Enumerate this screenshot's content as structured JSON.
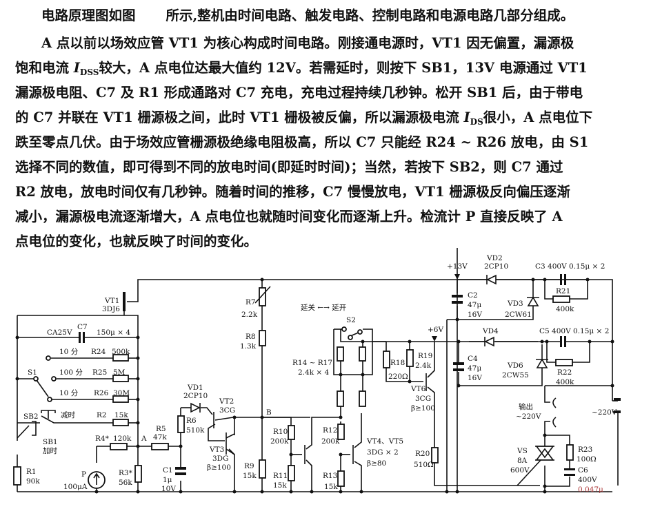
{
  "document": {
    "title_left": "电路原理图如图",
    "title_right": "所示,整机由时间电路、触发电路、控制电路和电源电路几部分组成。",
    "lines": [
      "A 点以前以场效应管 VT1 为核心构成时间电路。刚接通电源时，VT1 因无偏置，漏源极",
      "饱和电流 I_DSS较大，A 点电位达最大值约 12V。若需延时，则按下 SB1，13V 电源通过 VT1",
      "漏源极电阻、C7 及 R1 形成通路对 C7 充电，充电过程持续几秒钟。松开 SB1 后，由于带电",
      "的 C7 并联在 VT1 栅源极之间，此时 VT1 栅极被反偏，所以漏源极电流 I_DS很小，A 点电位下",
      "跌至零点几伏。由于场效应管栅源极绝缘电阻极高，所以 C7 只能经 R24 ~ R26 放电，由 S1",
      "选择不同的数值，即可得到不同的放电时间(即延时时间)；当然，若按下 SB2，则 C7 通过",
      "R2 放电，放电时间仅有几秒钟。随着时间的推移，C7 慢慢放电，VT1 栅源极反向偏压逐渐",
      "减小，漏源极电流逐渐增大，A 点电位也就随时间变化而逐渐上升。检流计 P 直接反映了 A",
      "点电位的变化，也就反映了时间的变化。"
    ],
    "line_parts": {
      "l2_a": "饱和电流 ",
      "l2_i": "I",
      "l2_sub": "DSS",
      "l2_b": "较大，A 点电位达最大值约 12V。若需延时，则按下 SB1，13V 电源通过 VT1",
      "l4_a": "的 C7 并联在 VT1 栅源极之间，此时 VT1 栅极被反偏，所以漏源极电流 ",
      "l4_i": "I",
      "l4_sub": "DS",
      "l4_b": "很小，A 点电位下"
    }
  },
  "schematic": {
    "labels": {
      "vt1": "VT1",
      "vt1_type": "3DJ6",
      "c7_volt": "CA25V",
      "c7": "C7",
      "c7_val": "150μ × 4",
      "r24_time": "10 分",
      "r24": "R24",
      "r24_val": "500k",
      "s1": "S1",
      "r25_time": "100 分",
      "r25": "R25",
      "r25_val": "5M",
      "r26_time": "10 分",
      "r26": "R26",
      "r26_val": "30M",
      "sb2": "SB2",
      "sb2_fn": "减时",
      "r2": "R2",
      "r2_val": "15k",
      "sb1": "SB1",
      "sb1_fn": "加时",
      "r1": "R1",
      "r1_val": "90k",
      "r4": "R4*",
      "r4_val": "120k",
      "p": "P",
      "p_val": "100μA",
      "node_a": "A",
      "r3": "R3*",
      "r3_val": "56k",
      "r5": "R5",
      "r5_val": "47k",
      "vd1": "VD1",
      "vd1_type": "2CP10",
      "r6": "R6",
      "r6_val": "510k",
      "c1": "C1",
      "c1_val": "1μ",
      "c1_volt": "10V",
      "vt2": "VT2",
      "vt2_type": "3CG",
      "vt3": "VT3",
      "vt3_type": "3DG",
      "vt3_beta": "β≥100",
      "node_b": "B",
      "r7": "R7",
      "r7_val": "2.2k",
      "r8": "R8",
      "r8_val": "1.3k",
      "r9": "R9",
      "r9_val": "15k",
      "r10": "R10",
      "r10_val": "200k",
      "r11": "R11",
      "r11_val": "15k",
      "s2_mode": "延关 ←→ 延开",
      "s2": "S2",
      "r14_17": "R14 ~ R17",
      "r14_17_val": "2.4k × 4",
      "r12": "R12",
      "r12_val": "200k",
      "r13": "R13",
      "r13_val": "15k",
      "vt45": "VT4、VT5",
      "vt45_type": "3DG × 2",
      "vt45_beta": "β≥80",
      "r18": "R18",
      "r18_val": "220Ω",
      "r19": "R19",
      "r19_val": "2.4k",
      "v6": "+6V",
      "vt6": "VT6",
      "vt6_type": "3CG",
      "vt6_beta": "β≥100",
      "r20": "R20",
      "r20_val": "510Ω",
      "v13": "+13V",
      "vd2": "VD2",
      "vd2_type": "2CP10",
      "c2": "C2",
      "c2_val": "47μ",
      "c2_volt": "16V",
      "vd3": "VD3",
      "vd3_type": "2CW61",
      "c3": "C3 400V 0.15μ × 2",
      "r21": "R21",
      "r21_val": "400k",
      "vd4": "VD4",
      "c4": "C4",
      "c4_val": "47μ",
      "c4_volt": "16V",
      "vd6": "VD6",
      "vd6_type": "2CW55",
      "c5": "C5 400V 0.15μ × 2",
      "r22": "R22",
      "r22_val": "400k",
      "out": "输出",
      "out_v": "~220V",
      "in_v": "~220V",
      "vs": "VS",
      "vs_a": "8A",
      "vs_v": "600V",
      "r23": "R23",
      "r23_val": "100Ω",
      "c6": "C6",
      "c6_volt": "400V",
      "c6_val": "0.047μ"
    }
  }
}
